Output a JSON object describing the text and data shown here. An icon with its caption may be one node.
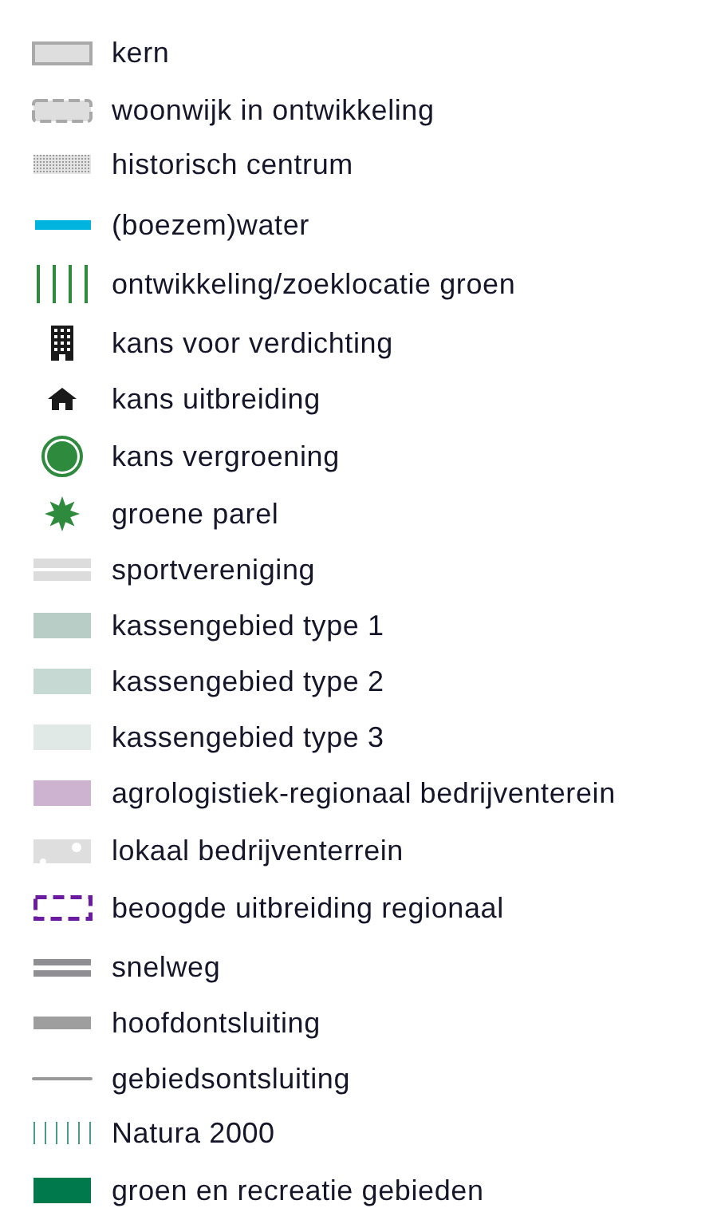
{
  "diagram": {
    "legend": [
      {
        "text": "kern"
      },
      {
        "text": "woonwijk in ontwikkeling"
      },
      {
        "text": "historisch centrum"
      },
      {
        "text": "(boezem)water"
      },
      {
        "text": "ontwikkeling/zoeklocatie groen"
      },
      {
        "text": "kans voor verdichting"
      },
      {
        "text": "kans uitbreiding"
      },
      {
        "text": "kans vergroening"
      },
      {
        "text": "groene parel"
      },
      {
        "text": "sportvereniging"
      },
      {
        "text": "kassengebied type 1",
        "color": "#b8cdc6"
      },
      {
        "text": "kassengebied type 2",
        "color": "#c6d9d3"
      },
      {
        "text": "kassengebied type 3",
        "color": "#e0e9e5"
      },
      {
        "text": "agrologistiek-regionaal bedrijventerein",
        "color": "#cdb3cf"
      },
      {
        "text": "lokaal bedrijventerrein"
      },
      {
        "text": "beoogde uitbreiding regionaal"
      },
      {
        "text": "snelweg"
      },
      {
        "text": "hoofdontsluiting"
      },
      {
        "text": "gebiedsontsluiting"
      },
      {
        "text": "Natura 2000"
      },
      {
        "text": "groen en recreatie gebieden",
        "color": "#007a4d"
      }
    ]
  }
}
